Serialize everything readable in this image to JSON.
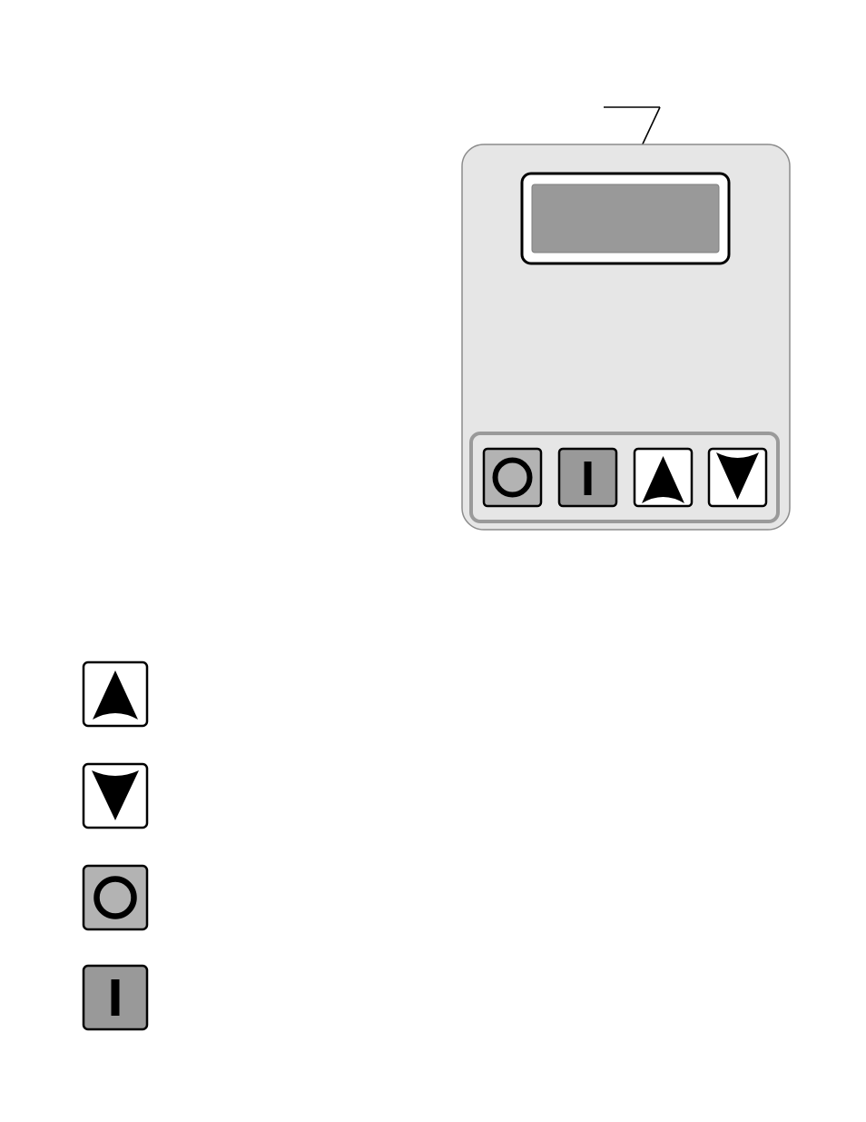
{
  "colors": {
    "panel_fill": "#e6e6e6",
    "panel_stroke": "#999999",
    "display_screen": "#999999",
    "off_button_fill": "#b3b3b3",
    "on_button_fill": "#999999",
    "arrow_button_fill": "#ffffff",
    "ink": "#000000"
  },
  "control_panel": {
    "display": {
      "icon": "lcd-display"
    },
    "callout": {
      "icon": "leader-arrow",
      "points_to": "display"
    },
    "keypad": [
      {
        "key": "off",
        "icon": "circle-o-icon"
      },
      {
        "key": "on",
        "icon": "bar-i-icon"
      },
      {
        "key": "up",
        "icon": "up-arrow-icon"
      },
      {
        "key": "down",
        "icon": "down-arrow-icon"
      }
    ]
  },
  "legend": [
    {
      "key": "up",
      "icon": "up-arrow-icon"
    },
    {
      "key": "down",
      "icon": "down-arrow-icon"
    },
    {
      "key": "off",
      "icon": "circle-o-icon"
    },
    {
      "key": "on",
      "icon": "bar-i-icon"
    }
  ]
}
